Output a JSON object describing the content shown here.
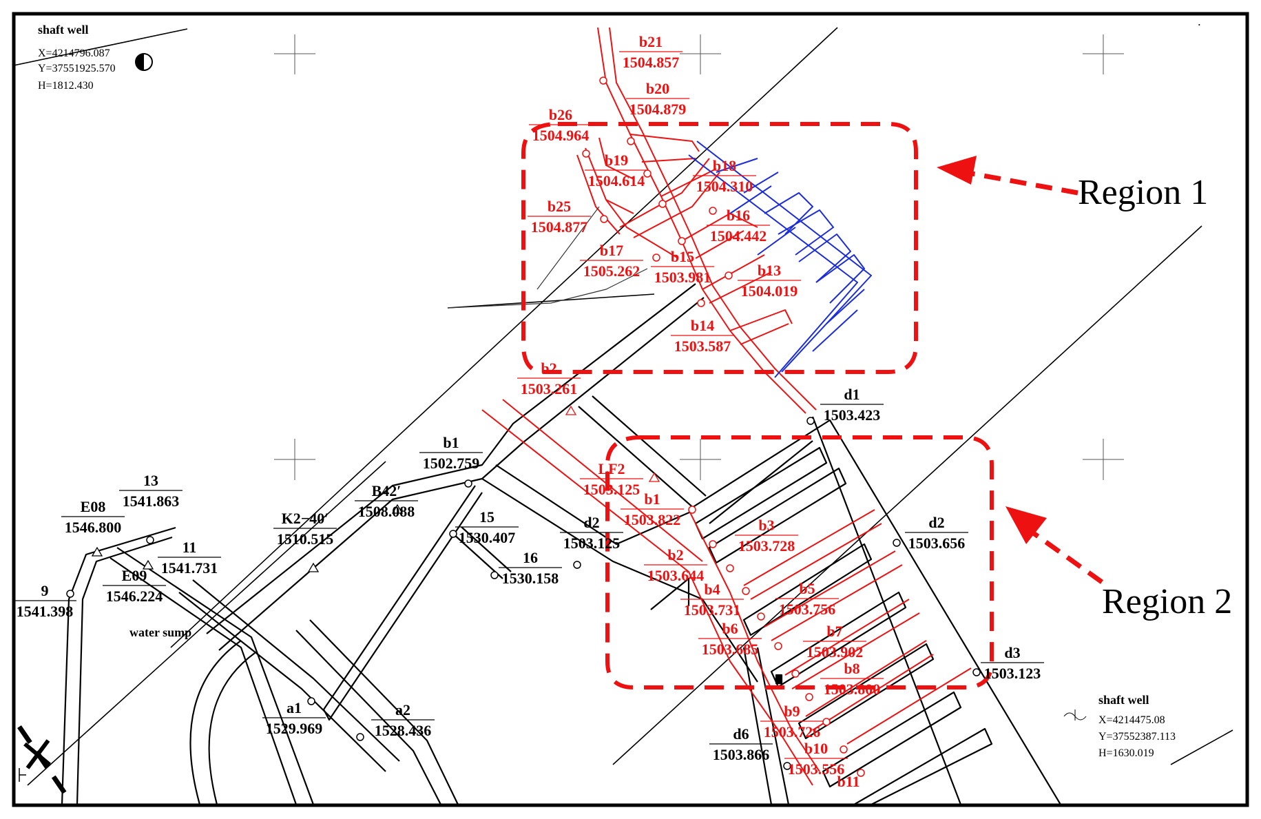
{
  "colors": {
    "red": "#ee1111",
    "blue": "#1a2cdc",
    "black": "#000000"
  },
  "shafts": [
    {
      "title": "shaft well",
      "x": "X=4214796.087",
      "y": "Y=37551925.570",
      "h": "H=1812.430"
    },
    {
      "title": "shaft well",
      "x": "X=4214475.08",
      "y": "Y=37552387.113",
      "h": "H=1630.019"
    }
  ],
  "regions": {
    "r1": "Region 1",
    "r2": "Region 2"
  },
  "labels": {
    "water_sump": "water sump",
    "top_right_mark": "˙"
  },
  "points": {
    "b21": [
      "b21",
      "1504.857"
    ],
    "b20": [
      "b20",
      "1504.879"
    ],
    "b26": [
      "b26",
      "1504.964"
    ],
    "b19": [
      "b19",
      "1504.614"
    ],
    "b18": [
      "b18",
      "1504.310"
    ],
    "b25": [
      "b25",
      "1504.877"
    ],
    "b16": [
      "b16",
      "1504.442"
    ],
    "b17": [
      "b17",
      "1505.262"
    ],
    "b15": [
      "b15",
      "1503.981"
    ],
    "b13": [
      "b13",
      "1504.019"
    ],
    "b14": [
      "b14",
      "1503.587"
    ],
    "b2top": [
      "b2",
      "1503.261"
    ],
    "d1": [
      "d1",
      "1503.423"
    ],
    "b1blk": [
      "b1",
      "1502.759"
    ],
    "lf2": [
      "LF2",
      "1503.125"
    ],
    "b1red": [
      "b1",
      "1503.822"
    ],
    "b2red": [
      "b2",
      "1503.644"
    ],
    "b3": [
      "b3",
      "1503.728"
    ],
    "d2mid": [
      "d2",
      "1503.125"
    ],
    "d2right": [
      "d2",
      "1503.656"
    ],
    "b4": [
      "b4",
      "1503.731"
    ],
    "b5": [
      "b5",
      "1503.756"
    ],
    "b6": [
      "b6",
      "1503.685"
    ],
    "b7": [
      "b7",
      "1503.902"
    ],
    "b8": [
      "b8",
      "1503.800"
    ],
    "d3": [
      "d3",
      "1503.123"
    ],
    "b9": [
      "b9",
      "1503.726"
    ],
    "b10": [
      "b10",
      "1503.556"
    ],
    "b11": [
      "b11",
      ""
    ],
    "d6": [
      "d6",
      "1503.866"
    ],
    "p13": [
      "13",
      "1541.863"
    ],
    "e08": [
      "E08",
      "1546.800"
    ],
    "p11": [
      "11",
      "1541.731"
    ],
    "e09": [
      "E09",
      "1546.224"
    ],
    "p9": [
      "9",
      "1541.398"
    ],
    "k2": [
      "K2−40′",
      "1510.515"
    ],
    "b42": [
      "B42′",
      "1508.088"
    ],
    "p15": [
      "15",
      "1530.407"
    ],
    "p16": [
      "16",
      "1530.158"
    ],
    "a1": [
      "a1",
      "1529.969"
    ],
    "a2": [
      "a2",
      "1528.436"
    ]
  }
}
